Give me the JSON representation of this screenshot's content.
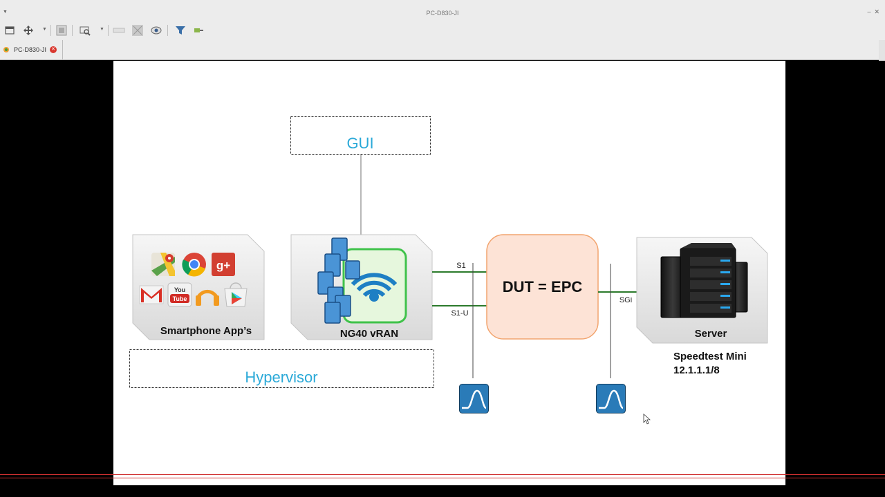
{
  "window": {
    "title": "PC-D830-JI"
  },
  "toolbar": {
    "icons": [
      "window-icon",
      "move-icon",
      "copy-screen-icon",
      "zoom-icon",
      "ruler-icon",
      "grid-icon",
      "eye-icon",
      "filter-icon",
      "pin-icon"
    ]
  },
  "tabs": [
    {
      "label": "PC-D830-JI",
      "icon": "network-icon"
    }
  ],
  "diagram": {
    "gui_label": "GUI",
    "hypervisor_label": "Hypervisor",
    "smartphone_label": "Smartphone App’s",
    "vran_label": "NG40 vRAN",
    "dut_label": "DUT = EPC",
    "server_label": "Server",
    "speedtest_line1": "Speedtest Mini",
    "speedtest_line2": "12.1.1.1/8",
    "s1_label": "S1",
    "s1u_label": "S1-U",
    "sgi_label": "SGi",
    "app_icons": {
      "gplus": "g+",
      "youtube1": "You",
      "youtube2": "Tube"
    },
    "colors": {
      "accent": "#2aa9d8",
      "link": "#2b7a2b",
      "dut_fill": "#fde3d6",
      "dut_stroke": "#f2a46e",
      "vran_green": "#3fc24a",
      "monitor": "#2a7bb8"
    }
  }
}
